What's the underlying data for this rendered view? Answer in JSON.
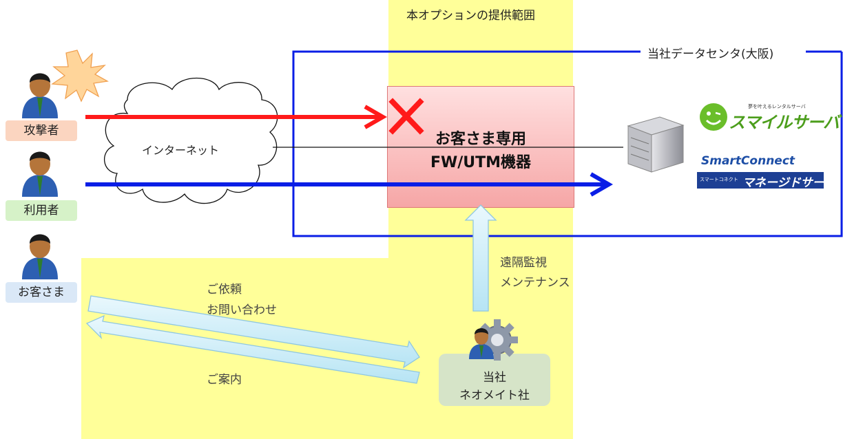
{
  "scope_label": "本オプションの提供範囲",
  "datacenter_label": "当社データセンタ(大阪)",
  "internet_label": "インターネット",
  "device_box": {
    "line1": "お客さま専用",
    "line2": "FW/UTM機器"
  },
  "actors": [
    {
      "label": "攻撃者",
      "color": "#fbd5c0"
    },
    {
      "label": "利用者",
      "color": "#d6f2c8"
    },
    {
      "label": "お客さま",
      "color": "#dae8f7"
    }
  ],
  "monitor_label": {
    "line1": "遠隔監視",
    "line2": "メンテナンス"
  },
  "request_label": {
    "line1": "ご依頼",
    "line2": "お問い合わせ"
  },
  "guide_label": "ご案内",
  "company_box": {
    "line1": "当社",
    "line2": "ネオメイト社"
  },
  "brand_smile": {
    "tagline": "夢を叶えるレンタルサーバ",
    "name": "スマイルサーバ"
  },
  "brand_smart": {
    "name": "SmartConnect",
    "sub": "スマートコネクト",
    "product": "マネージドサーバ"
  },
  "colors": {
    "attack": "#ff1a1a",
    "user": "#0a1ee6",
    "datacenter": "#0a1ee6",
    "scope": "#ffff99"
  }
}
